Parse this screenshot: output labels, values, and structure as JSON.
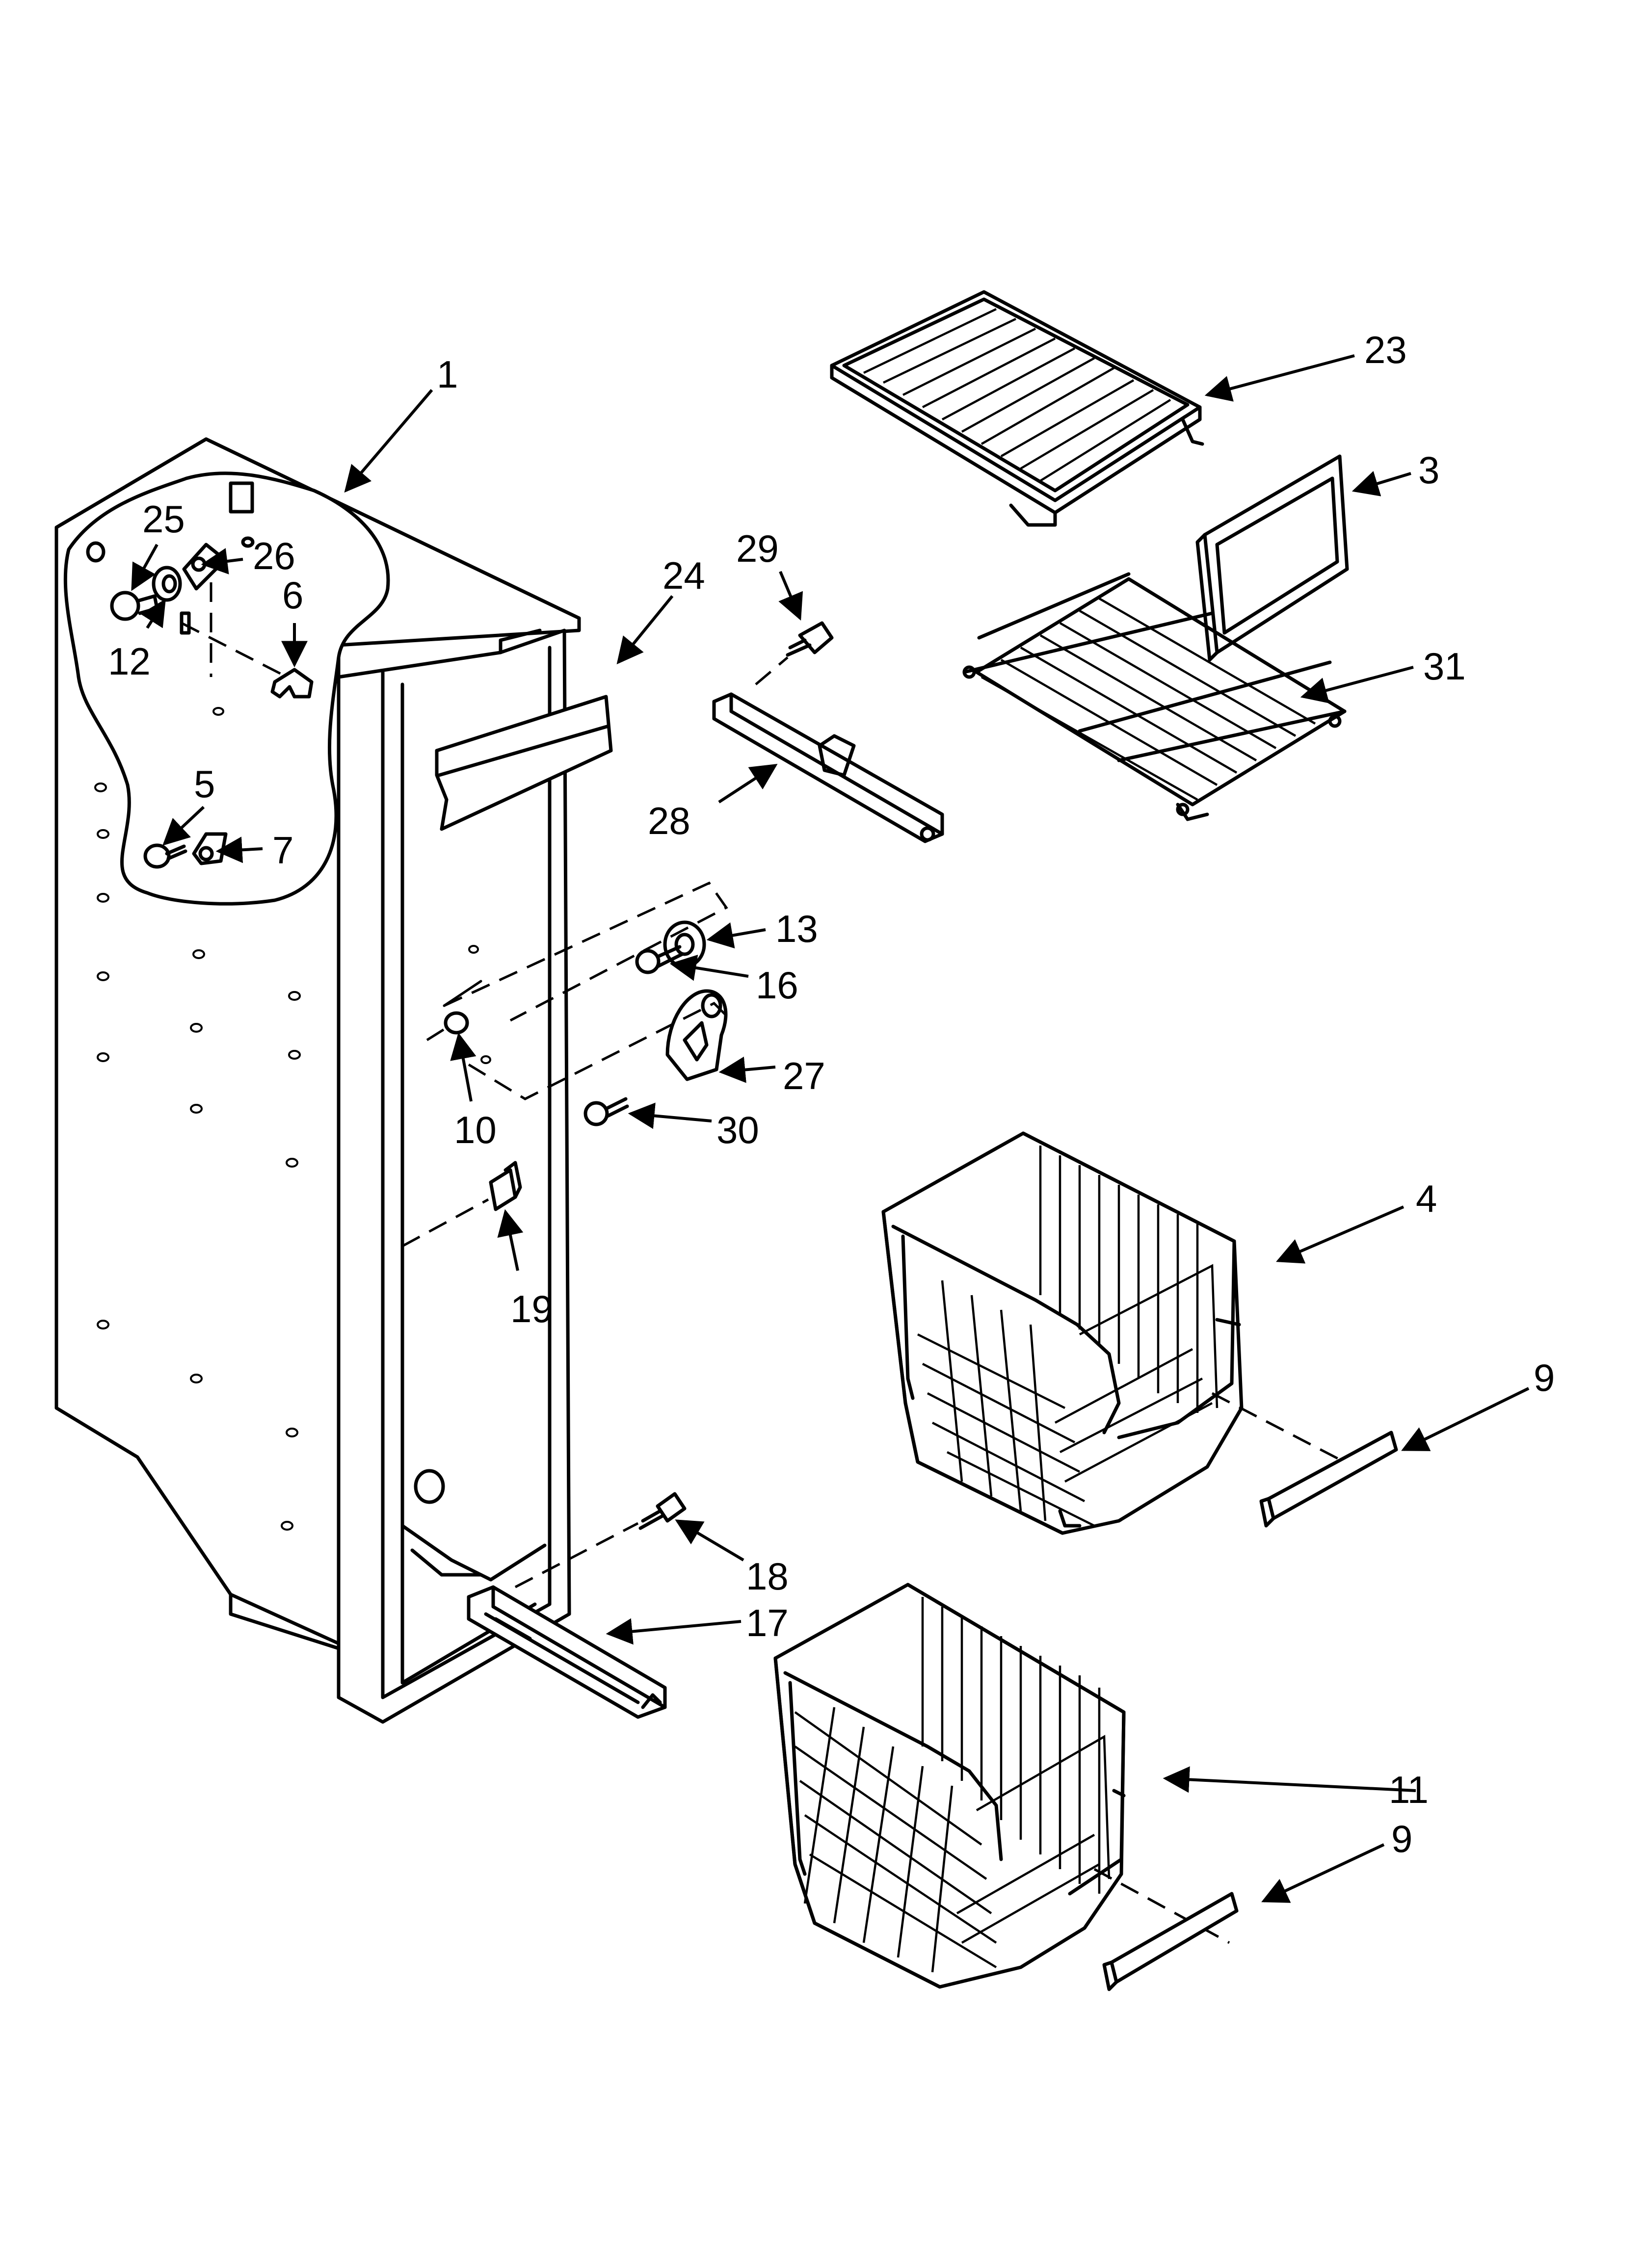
{
  "callouts": [
    {
      "id": "c1",
      "text": "1"
    },
    {
      "id": "c23",
      "text": "23"
    },
    {
      "id": "c3",
      "text": "3"
    },
    {
      "id": "c29",
      "text": "29"
    },
    {
      "id": "c24",
      "text": "24"
    },
    {
      "id": "c31",
      "text": "31"
    },
    {
      "id": "c25",
      "text": "25"
    },
    {
      "id": "c26",
      "text": "26"
    },
    {
      "id": "c6",
      "text": "6"
    },
    {
      "id": "c12",
      "text": "12"
    },
    {
      "id": "c28",
      "text": "28"
    },
    {
      "id": "c5",
      "text": "5"
    },
    {
      "id": "c7",
      "text": "7"
    },
    {
      "id": "c13",
      "text": "13"
    },
    {
      "id": "c16",
      "text": "16"
    },
    {
      "id": "c27",
      "text": "27"
    },
    {
      "id": "c10",
      "text": "10"
    },
    {
      "id": "c30",
      "text": "30"
    },
    {
      "id": "c4",
      "text": "4"
    },
    {
      "id": "c19",
      "text": "19"
    },
    {
      "id": "c9a",
      "text": "9"
    },
    {
      "id": "c18",
      "text": "18"
    },
    {
      "id": "c17",
      "text": "17"
    },
    {
      "id": "c11",
      "text": "11"
    },
    {
      "id": "c9b",
      "text": "9"
    }
  ]
}
